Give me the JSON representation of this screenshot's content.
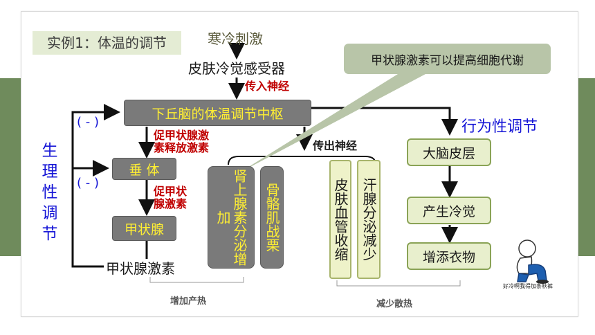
{
  "title": "实例1：体温的调节",
  "stimulus": "寒冷刺激",
  "receptor": "皮肤冷觉感受器",
  "afferent_nerve": "传入神经",
  "hypothalamus": "下丘脑的体温调节中枢",
  "trh_label": "促甲状腺激素释放激素",
  "trh_line1": "促甲状腺激",
  "trh_line2": "素释放激素",
  "pituitary": "垂 体",
  "tsh_line1": "促甲状",
  "tsh_line2": "腺激素",
  "thyroid": "甲状腺",
  "thyroxine": "甲状腺激素",
  "negative_feedback_1": "( - )",
  "negative_feedback_2": "( - )",
  "physiological_regulation": "生理性调节",
  "physiological_chars": [
    "生",
    "理",
    "性",
    "调",
    "节"
  ],
  "efferent_nerve": "传出神经",
  "effectors": {
    "adrenal": "肾上腺素分泌增加",
    "muscle": "骨骼肌战栗",
    "skin_vessel": "皮肤血管收缩",
    "sweat": "汗腺分泌减少"
  },
  "callout": "甲状腺激素可以提高细胞代谢",
  "behavioral_regulation": "行为性调节",
  "cortex": "大脑皮层",
  "cold_sensation": "产生冷觉",
  "add_clothes": "增添衣物",
  "increase_heat": "增加产热",
  "decrease_heat_loss": "减少散热",
  "cartoon_caption": "好冷啊我得加条秋裤",
  "colors": {
    "band": "#6f8b5c",
    "gray_box": "#7a7a7a",
    "yellow_text": "#ffef33",
    "red_text": "#c00000",
    "blue_text": "#1515d6",
    "light_box": "#e8efcd"
  }
}
